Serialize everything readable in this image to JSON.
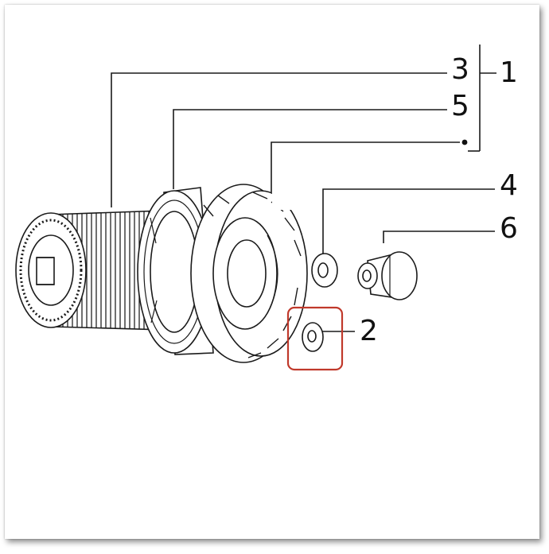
{
  "callouts": {
    "c1": "1",
    "c2": "2",
    "c3": "3",
    "c4": "4",
    "c5": "5",
    "c6": "6"
  },
  "colors": {
    "line": "#1a1a1a",
    "highlight": "#c0392b",
    "shadow": "#666666"
  }
}
